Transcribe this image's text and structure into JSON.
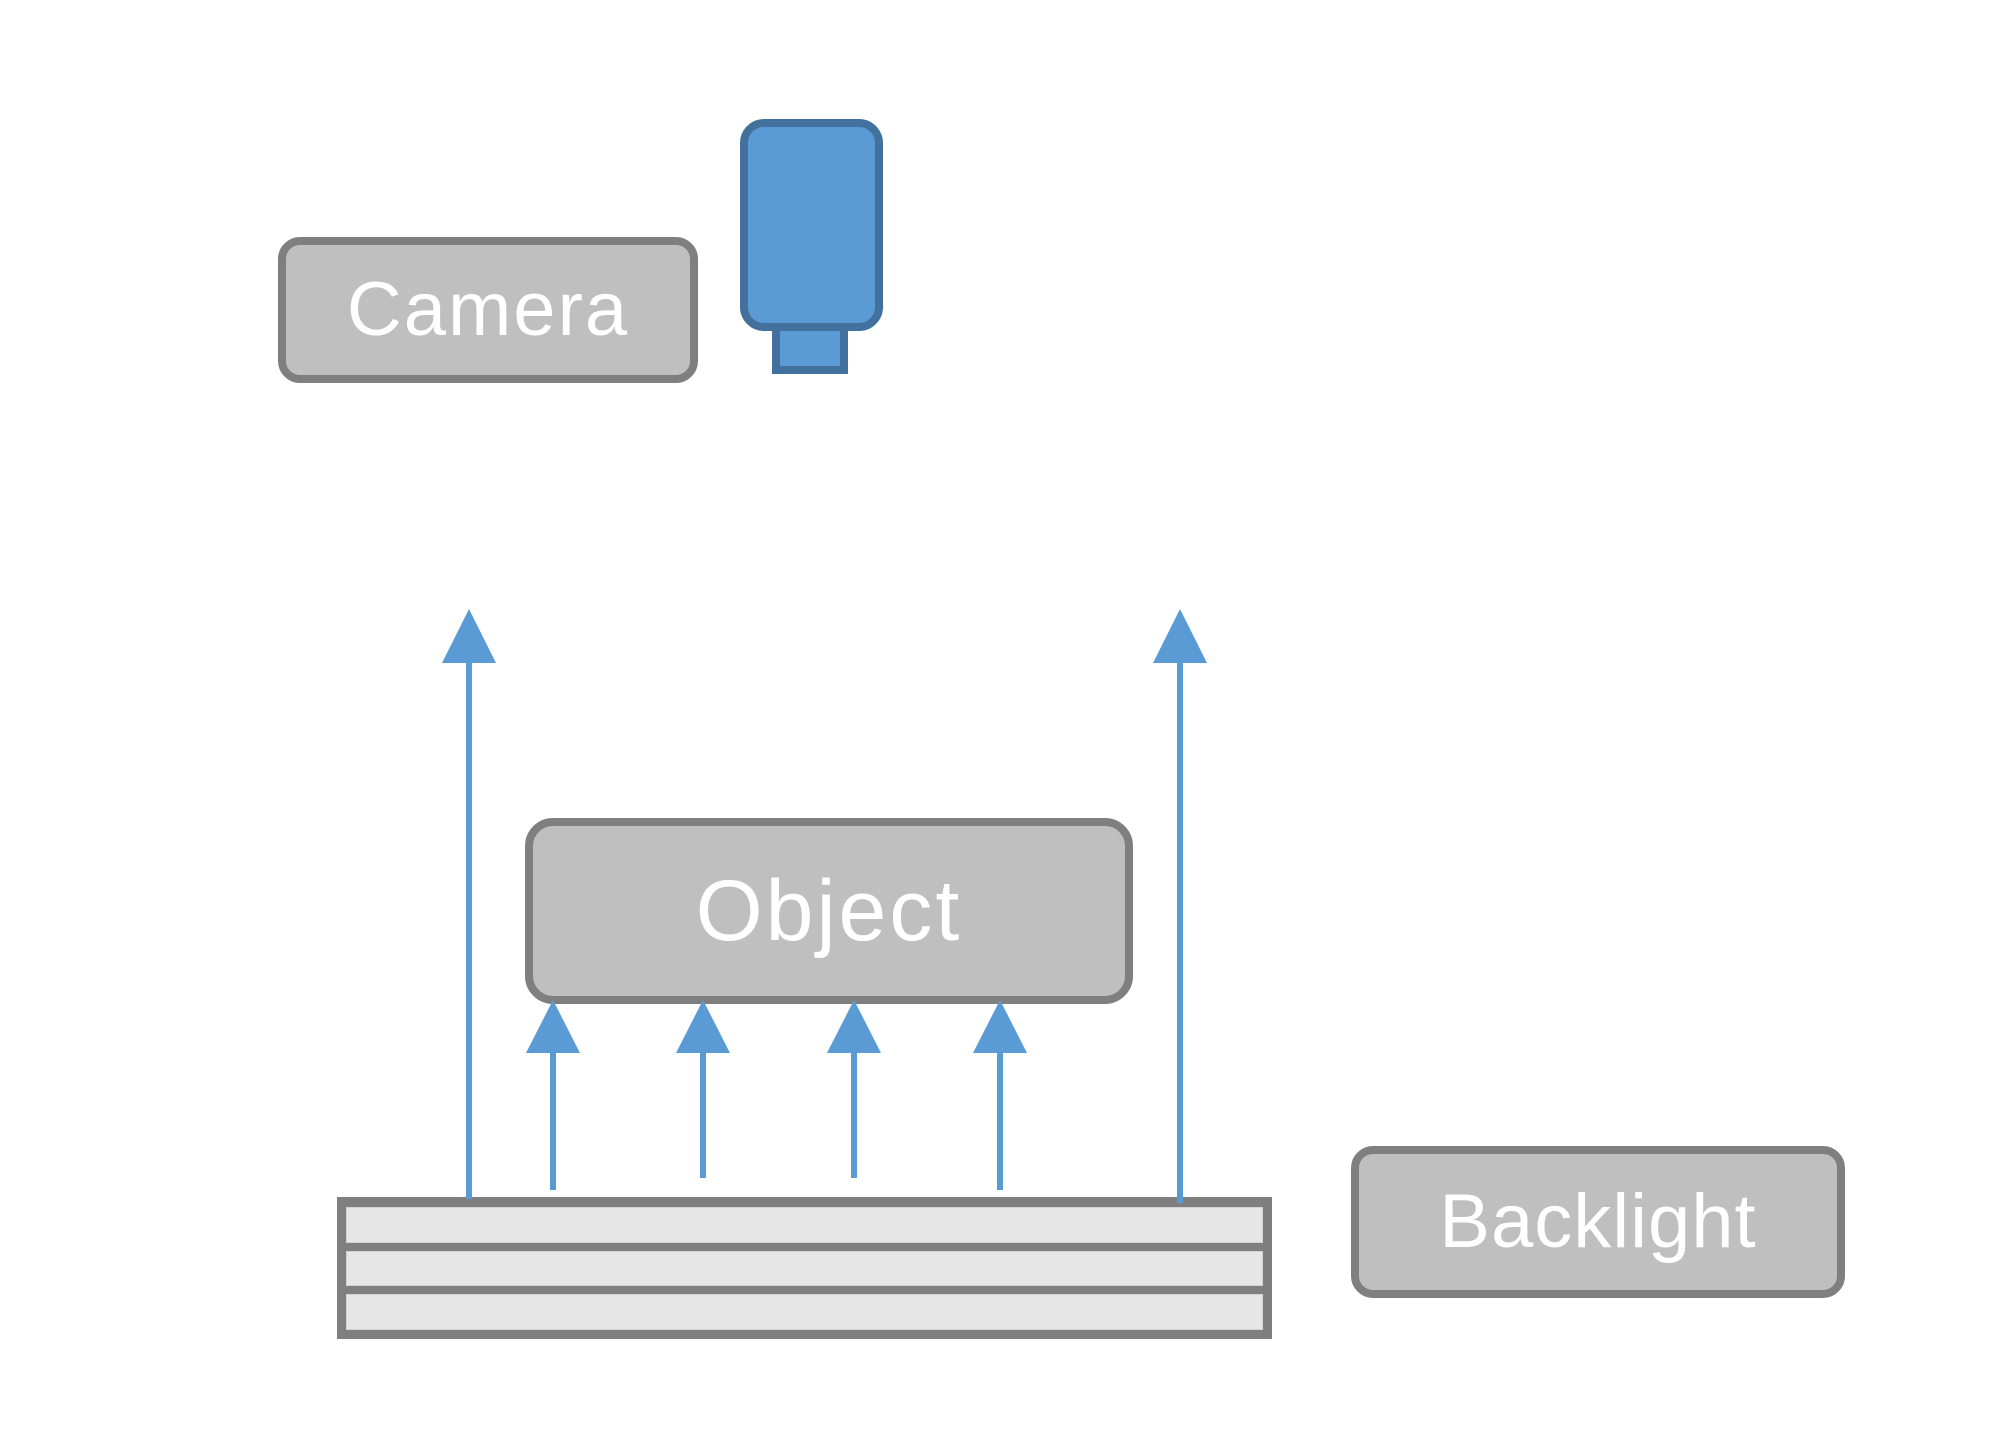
{
  "diagram": {
    "title": "Backlight imaging setup",
    "labels": {
      "camera": "Camera",
      "object": "Object",
      "backlight": "Backlight"
    },
    "colors": {
      "light_ray": "#5B9BD5",
      "camera_fill": "#5B9BD5",
      "camera_stroke": "#41719C",
      "label_fill": "#BFBFBF",
      "label_stroke": "#7F7F7F",
      "label_text": "#FFFFFF",
      "panel_fill": "#E6E6E6",
      "panel_stroke": "#7F7F7F"
    },
    "backlight_panel_rows": 3,
    "light_rays": [
      {
        "id": "ray-bypass-left",
        "target": "camera",
        "passes_object": false
      },
      {
        "id": "ray-object-1",
        "target": "object",
        "passes_object": true
      },
      {
        "id": "ray-object-2",
        "target": "object",
        "passes_object": true
      },
      {
        "id": "ray-object-3",
        "target": "object",
        "passes_object": true
      },
      {
        "id": "ray-object-4",
        "target": "object",
        "passes_object": true
      },
      {
        "id": "ray-bypass-right",
        "target": "camera",
        "passes_object": false
      }
    ]
  }
}
